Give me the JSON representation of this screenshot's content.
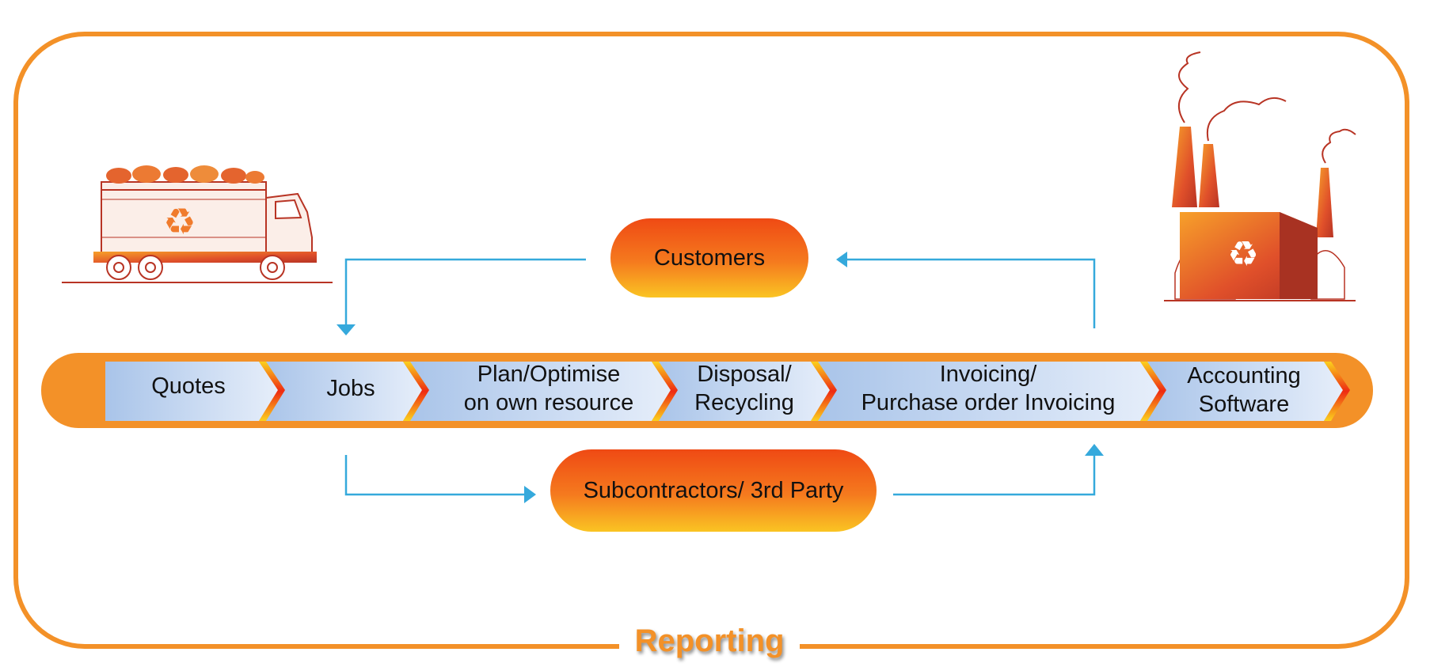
{
  "title": "Reporting",
  "nodes": {
    "customers": "Customers",
    "subcontractors": "Subcontractors/ 3rd Party"
  },
  "steps": [
    {
      "line1": "Quotes",
      "line2": ""
    },
    {
      "line1": "Jobs",
      "line2": ""
    },
    {
      "line1": "Plan/Optimise",
      "line2": "on own resource"
    },
    {
      "line1": "Disposal/",
      "line2": "Recycling"
    },
    {
      "line1": "Invoicing/",
      "line2": "Purchase order Invoicing"
    },
    {
      "line1": "Accounting",
      "line2": "Software"
    }
  ],
  "icons": [
    "recycling-truck-icon",
    "recycling-factory-icon",
    "recycle-symbol-icon"
  ],
  "colors": {
    "frame": "#f39128",
    "arrow": "#35a9dc",
    "step_fill": "#b4cdec",
    "pill_top": "#ef4a14",
    "pill_bottom": "#fac423"
  }
}
